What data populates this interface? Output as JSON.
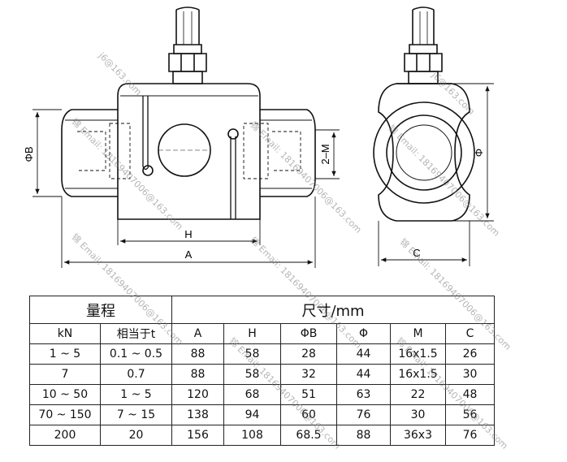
{
  "drawing": {
    "dim_labels": {
      "phi_b": "ΦB",
      "h": "H",
      "a": "A",
      "two_m": "2–M",
      "phi": "Φ",
      "c": "C"
    }
  },
  "table": {
    "group_headers": {
      "range": "量程",
      "dimensions": "尺寸/mm"
    },
    "column_headers": [
      "kN",
      "相当于t",
      "A",
      "H",
      "ΦB",
      "Φ",
      "M",
      "C"
    ],
    "rows": [
      [
        "1 ~ 5",
        "0.1 ~ 0.5",
        "88",
        "58",
        "28",
        "44",
        "16x1.5",
        "26"
      ],
      [
        "7",
        "0.7",
        "88",
        "58",
        "32",
        "44",
        "16x1.5",
        "30"
      ],
      [
        "10 ~ 50",
        "1 ~ 5",
        "120",
        "68",
        "51",
        "63",
        "22",
        "48"
      ],
      [
        "70 ~ 150",
        "7 ~ 15",
        "138",
        "94",
        "60",
        "76",
        "30",
        "56"
      ],
      [
        "200",
        "20",
        "156",
        "108",
        "68.5",
        "88",
        "36x3",
        "76"
      ]
    ]
  },
  "watermarks": [
    "j6@163.com",
    "j6@163.com",
    "锦 Email: 18169407006@163.com",
    "锦 Email: 18169407006@163.com",
    "锦 Email: 18169407006@163.com",
    "锦 Email: 18169407006@163.com",
    "锦 Email: 18169407006@163.com",
    "锦 Email: 18169407006@163.com",
    "锦 Email: 18169407006@163.com",
    "锦 Email: 18169407006@163.com"
  ]
}
